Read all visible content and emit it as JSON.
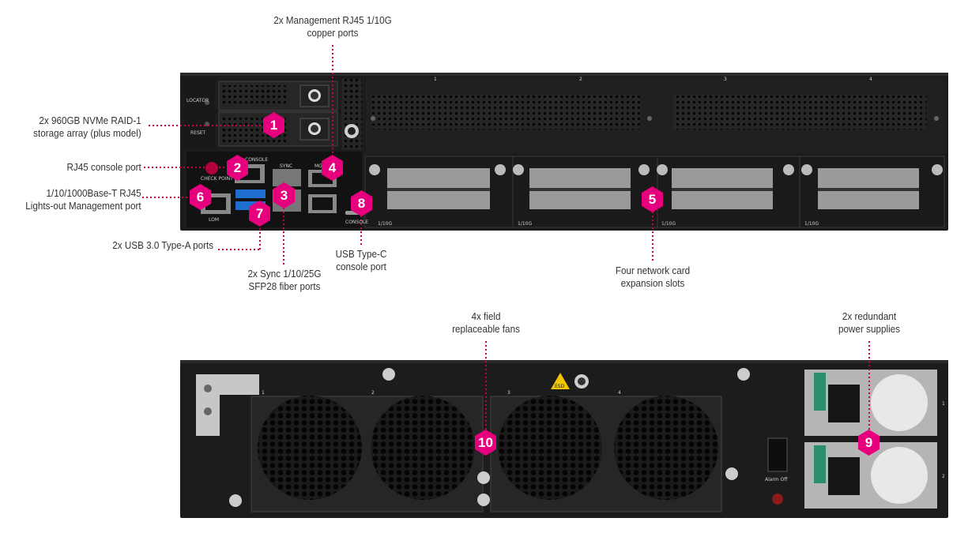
{
  "callouts": {
    "c1": {
      "lines": [
        "2x 960GB NVMe RAID-1",
        "storage array (plus model)"
      ]
    },
    "c2": {
      "lines": [
        "RJ45 console port"
      ]
    },
    "c3": {
      "lines": [
        "2x Sync 1/10/25G",
        "SFP28 fiber ports"
      ]
    },
    "c4": {
      "lines": [
        "2x Management RJ45 1/10G",
        "copper ports"
      ]
    },
    "c5": {
      "lines": [
        "Four network card",
        "expansion slots"
      ]
    },
    "c6": {
      "lines": [
        "1/10/1000Base-T RJ45",
        "Lights-out Management port"
      ]
    },
    "c7": {
      "lines": [
        "2x USB 3.0 Type-A ports"
      ]
    },
    "c8": {
      "lines": [
        "USB Type-C",
        "console port"
      ]
    },
    "c9": {
      "lines": [
        "2x redundant",
        "power supplies"
      ]
    },
    "c10": {
      "lines": [
        "4x field",
        "replaceable fans"
      ]
    }
  },
  "badges": [
    "1",
    "2",
    "3",
    "4",
    "5",
    "6",
    "7",
    "8",
    "9",
    "10"
  ],
  "front_panel": {
    "bay_labels": [
      "1",
      "2",
      "3",
      "4"
    ],
    "card_speed": "1/10G",
    "port_labels": {
      "console": "CONSOLE",
      "lom": "LOM",
      "sync": "SYNC",
      "mgmt": "MGMT",
      "usbc": "CONSOLE"
    },
    "side_labels": {
      "locator": "LOCATOR",
      "reset": "RESET"
    },
    "logo_text": "CHECK POINT"
  },
  "rear_panel": {
    "fan_labels": [
      "1",
      "2",
      "3",
      "4"
    ],
    "psu_labels": [
      "1",
      "2"
    ],
    "alarm_label": "Alarm Off",
    "esd_label": "ESD"
  },
  "colors": {
    "accent": "#e6007e",
    "leader": "#c8004f",
    "chassis": "#1c1c1c"
  }
}
